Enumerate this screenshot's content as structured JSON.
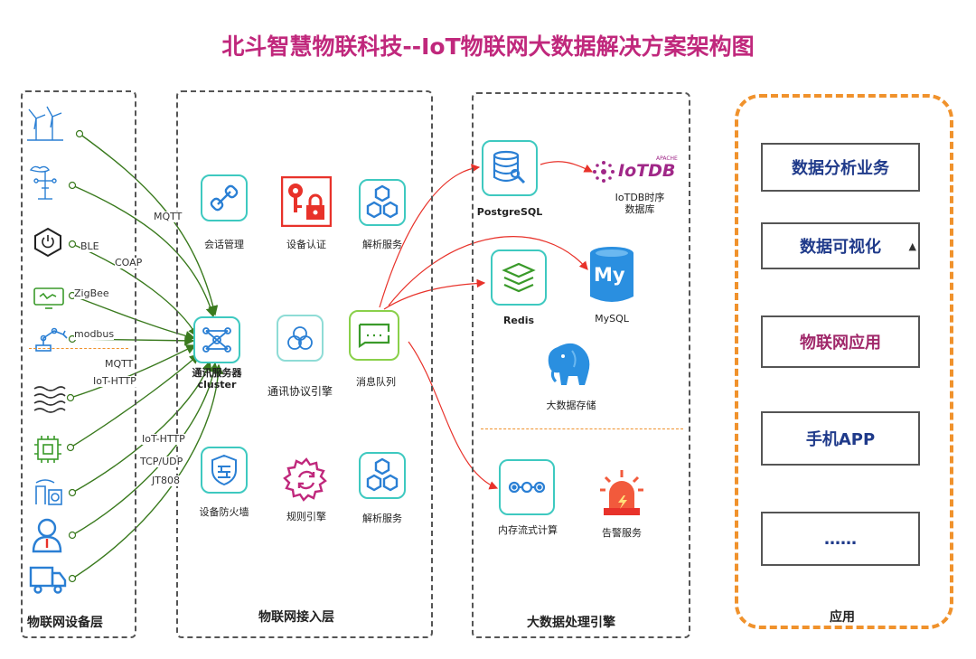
{
  "title": "北斗智慧物联科技--IoT物联网大数据解决方案架构图",
  "layers": {
    "device": "物联网设备层",
    "access": "物联网接入层",
    "bigdata": "大数据处理引擎",
    "app": "应用"
  },
  "protocols": {
    "mqtt1": "MQTT",
    "ble": "BLE",
    "coap": "COAP",
    "zigbee": "ZigBee",
    "modbus": "modbus",
    "mqtt2": "MQTT",
    "iothttp1": "IoT-HTTP",
    "iothttp2": "IoT-HTTP",
    "tcpudp": "TCP/UDP",
    "jt808": "JT808"
  },
  "access_nodes": {
    "session": "会话管理",
    "auth": "设备认证",
    "parse1": "解析服务",
    "server_line1": "通讯服务器",
    "server_line2": "cluster",
    "protocol_engine": "通讯协议引擎",
    "mq": "消息队列",
    "firewall": "设备防火墙",
    "rules": "规则引擎",
    "parse2": "解析服务"
  },
  "bigdata_nodes": {
    "postgres": "PostgreSQL",
    "iotdb_brand": "IoTDB",
    "iotdb_apache": "APACHE",
    "iotdb_line1": "IoTDB时序",
    "iotdb_line2": "数据库",
    "redis": "Redis",
    "mysql": "MySQL",
    "mysql_logo": "My",
    "bigstore": "大数据存储",
    "stream": "内存流式计算",
    "alarm": "告警服务"
  },
  "apps": {
    "analysis": "数据分析业务",
    "visual": "数据可视化",
    "iot_app": "物联网应用",
    "mobile": "手机APP",
    "more": "……"
  },
  "icons": {
    "devices": [
      "wind-turbine-icon",
      "weather-station-icon",
      "bluetooth-hexagon-icon",
      "zigbee-monitor-icon",
      "robot-arm-icon",
      "air-filter-icon",
      "chip-icon",
      "camera-node-icon",
      "user-pin-icon",
      "truck-icon"
    ]
  },
  "colors": {
    "title": "#c0287c",
    "teal": "#3ec9c0",
    "blue": "#2a7fd4",
    "green_line": "#3a7a1e",
    "red_line": "#e8322a",
    "orange": "#f0922c",
    "navy": "#1f3a8a"
  }
}
